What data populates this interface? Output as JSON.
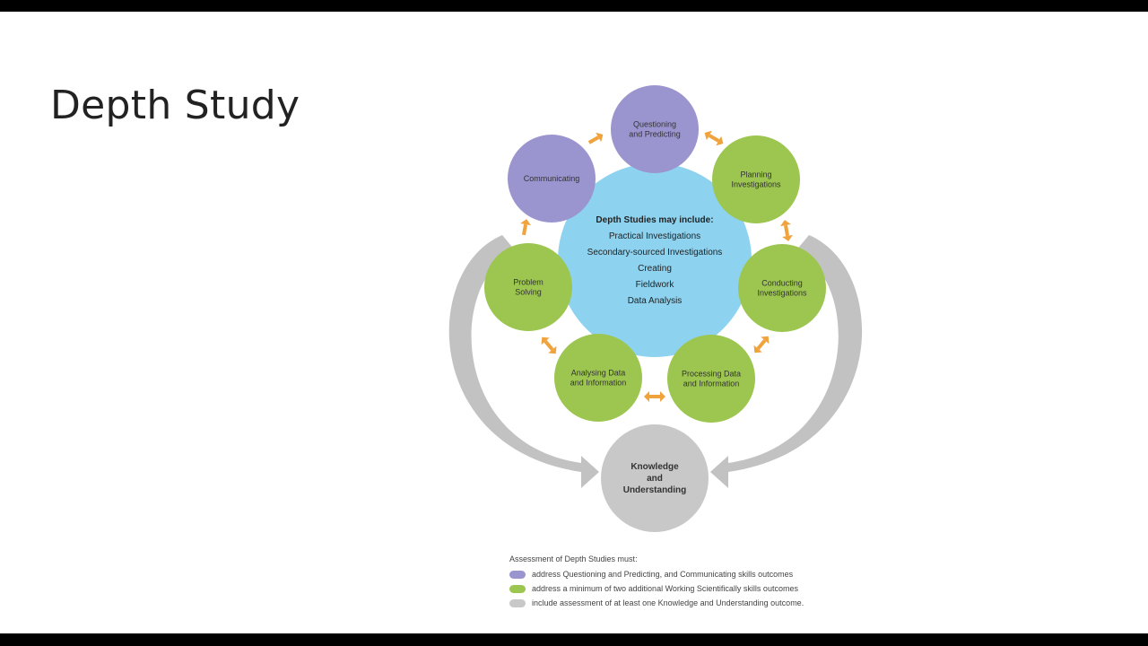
{
  "slide": {
    "title": "Depth Study"
  },
  "colors": {
    "purple": "#9b95cf",
    "green": "#9cc64f",
    "blue": "#8dd3f0",
    "grey": "#c8c8c8",
    "arrow": "#f0a33d",
    "cycle": "#c2c2c2"
  },
  "diagram": {
    "center": {
      "heading": "Depth Studies may include:",
      "items": [
        "Practical Investigations",
        "Secondary-sourced Investigations",
        "Creating",
        "Fieldwork",
        "Data Analysis"
      ]
    },
    "nodes": [
      {
        "id": "questioning",
        "lines": [
          "Questioning",
          "and Predicting"
        ],
        "color": "purple"
      },
      {
        "id": "planning",
        "lines": [
          "Planning",
          "Investigations"
        ],
        "color": "green"
      },
      {
        "id": "conducting",
        "lines": [
          "Conducting",
          "Investigations"
        ],
        "color": "green"
      },
      {
        "id": "processing",
        "lines": [
          "Processing Data",
          "and Information"
        ],
        "color": "green"
      },
      {
        "id": "analysing",
        "lines": [
          "Analysing Data",
          "and Information"
        ],
        "color": "green"
      },
      {
        "id": "problem",
        "lines": [
          "Problem",
          "Solving"
        ],
        "color": "green"
      },
      {
        "id": "communicating",
        "lines": [
          "Communicating"
        ],
        "color": "purple"
      }
    ],
    "knowledge": {
      "lines": [
        "Knowledge",
        "and",
        "Understanding"
      ]
    }
  },
  "legend": {
    "heading": "Assessment of Depth Studies must:",
    "items": [
      {
        "color": "purple",
        "text": "address Questioning and Predicting, and Communicating skills outcomes"
      },
      {
        "color": "green",
        "text": "address a minimum of two additional Working Scientifically skills outcomes"
      },
      {
        "color": "grey",
        "text": "include assessment of at least one Knowledge and Understanding outcome."
      }
    ]
  }
}
